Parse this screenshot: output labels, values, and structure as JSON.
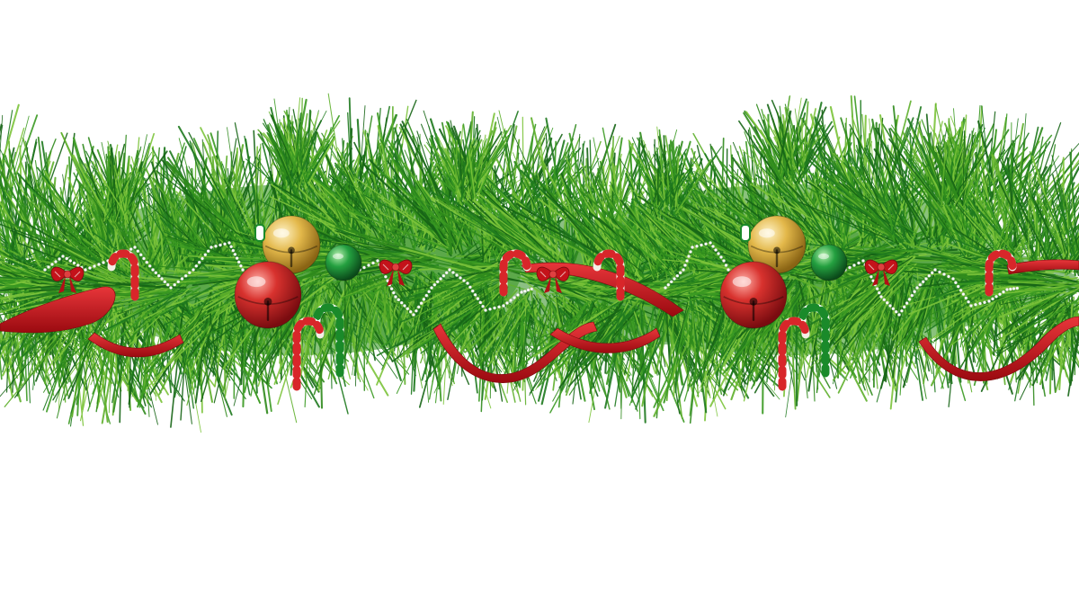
{
  "scene": {
    "background": "#ffffff",
    "subject": "christmas-garland",
    "colors": {
      "pine_dark": "#1f7a1f",
      "pine_mid": "#3a9a22",
      "pine_light": "#7cc43a",
      "ribbon_red": "#c4121a",
      "bell_gold": "#e3b84a",
      "bell_red": "#c8202a",
      "ornament_green": "#1f9a3a",
      "cane_white": "#f4efe6",
      "cane_red": "#d8262a",
      "pearl": "#ffffff"
    },
    "clusters": [
      {
        "name": "left-cluster"
      },
      {
        "name": "right-cluster"
      }
    ]
  }
}
